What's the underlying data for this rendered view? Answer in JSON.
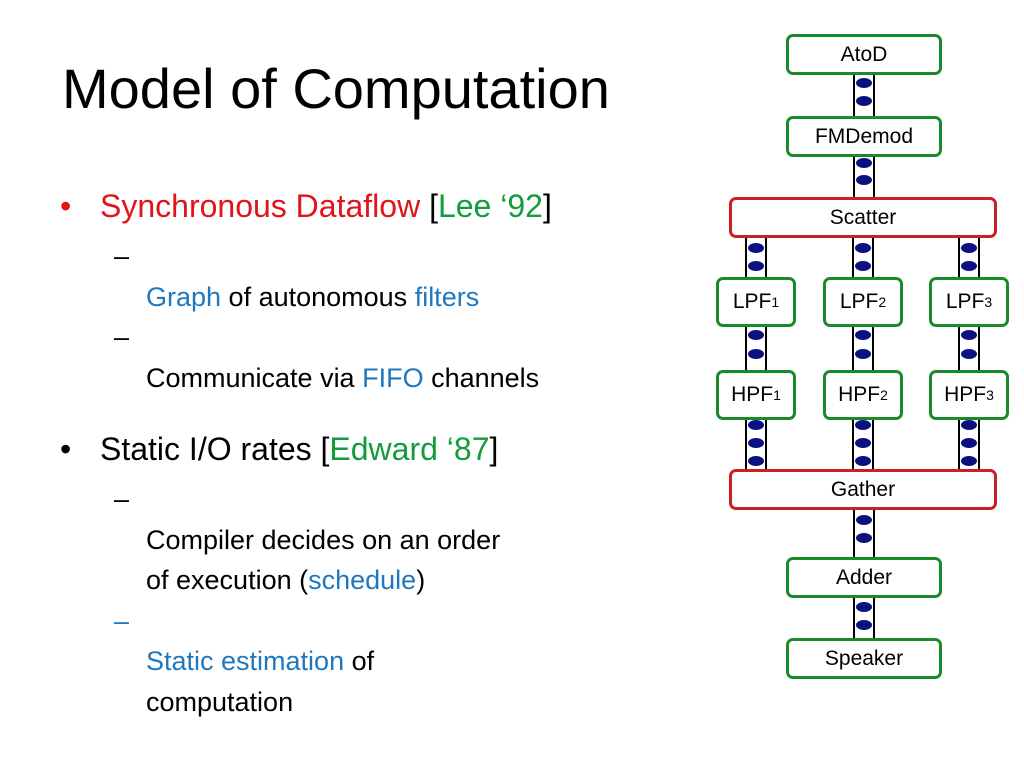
{
  "slide": {
    "title": "Model of Computation",
    "bullets": [
      {
        "marker": "•",
        "segments": [
          {
            "text": "Synchronous Dataflow",
            "color": "#e0151b"
          },
          {
            "text": " [",
            "color": "#000000"
          },
          {
            "text": "Lee ‘92",
            "color": "#139c3c"
          },
          {
            "text": "]",
            "color": "#000000"
          }
        ],
        "sub": [
          {
            "marker": "–",
            "segments": [
              {
                "text": "Graph",
                "color": "#1f77bd"
              },
              {
                "text": " of autonomous ",
                "color": "#000000"
              },
              {
                "text": "filters",
                "color": "#1f77bd"
              }
            ]
          },
          {
            "marker": "–",
            "segments": [
              {
                "text": "Communicate via ",
                "color": "#000000"
              },
              {
                "text": "FIFO",
                "color": "#1f77bd"
              },
              {
                "text": " channels",
                "color": "#000000"
              }
            ]
          }
        ]
      },
      {
        "marker": "•",
        "segments": [
          {
            "text": "Static I/O rates [",
            "color": "#000000"
          },
          {
            "text": "Edward ‘87",
            "color": "#139c3c"
          },
          {
            "text": "]",
            "color": "#000000"
          }
        ],
        "sub": [
          {
            "marker": "–",
            "segments": [
              {
                "text": "Compiler decides on an order\nof execution (",
                "color": "#000000"
              },
              {
                "text": "schedule",
                "color": "#1f77bd"
              },
              {
                "text": ")",
                "color": "#000000"
              }
            ]
          },
          {
            "marker": "–",
            "segments": [
              {
                "text": "Static estimation",
                "color": "#1f77bd"
              },
              {
                "text": " of\ncomputation",
                "color": "#000000"
              }
            ]
          }
        ]
      }
    ]
  },
  "diagram": {
    "colors": {
      "filter_border": "#1b8a2a",
      "split_join_border": "#cc1f24",
      "token": "#0b1280",
      "channel": "#000000"
    },
    "nodes": {
      "atod": {
        "label": "AtoD"
      },
      "fmdemod": {
        "label": "FMDemod"
      },
      "scatter": {
        "label": "Scatter"
      },
      "lpf1": {
        "label": "LPF",
        "sub": "1"
      },
      "lpf2": {
        "label": "LPF",
        "sub": "2"
      },
      "lpf3": {
        "label": "LPF",
        "sub": "3"
      },
      "hpf1": {
        "label": "HPF",
        "sub": "1"
      },
      "hpf2": {
        "label": "HPF",
        "sub": "2"
      },
      "hpf3": {
        "label": "HPF",
        "sub": "3"
      },
      "gather": {
        "label": "Gather"
      },
      "adder": {
        "label": "Adder"
      },
      "speaker": {
        "label": "Speaker"
      }
    }
  }
}
